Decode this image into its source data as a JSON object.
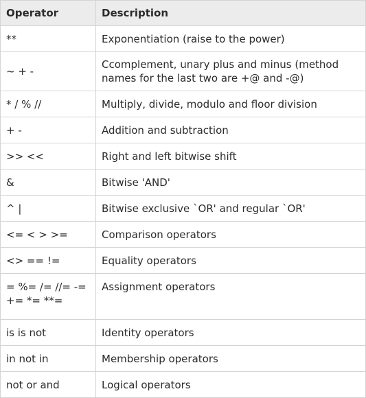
{
  "table": {
    "headers": [
      "Operator",
      "Description"
    ],
    "rows": [
      {
        "operator": "**",
        "description": "Exponentiation (raise to the power)"
      },
      {
        "operator": "~ + -",
        "description": "Ccomplement, unary plus and minus (method names for the last two are +@ and -@)"
      },
      {
        "operator": "* / % //",
        "description": "Multiply, divide, modulo and floor division"
      },
      {
        "operator": "+ -",
        "description": "Addition and subtraction"
      },
      {
        "operator": ">> <<",
        "description": "Right and left bitwise shift"
      },
      {
        "operator": "&",
        "description": "Bitwise 'AND'"
      },
      {
        "operator": "^ |",
        "description": "Bitwise exclusive `OR' and regular `OR'"
      },
      {
        "operator": "<= < > >=",
        "description": "Comparison operators"
      },
      {
        "operator": "<> == !=",
        "description": "Equality operators"
      },
      {
        "operator": "= %= /= //= -= += *= **=",
        "description": "Assignment operators"
      },
      {
        "operator": "is is not",
        "description": "Identity operators"
      },
      {
        "operator": "in not in",
        "description": "Membership operators"
      },
      {
        "operator": "not or and",
        "description": "Logical operators"
      }
    ]
  }
}
